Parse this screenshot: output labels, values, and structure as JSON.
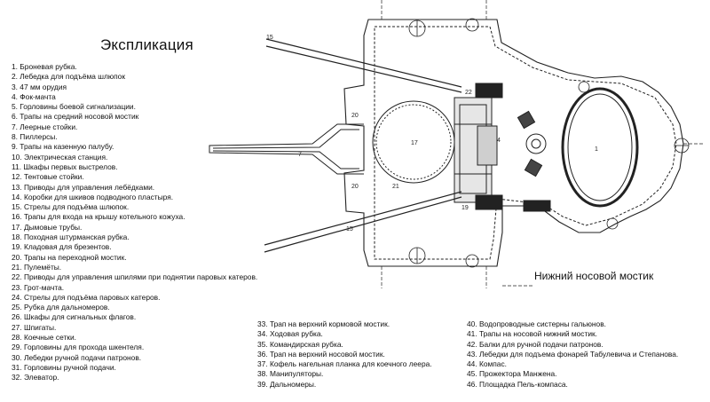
{
  "title": "Экспликация",
  "subtitle": "Нижний носовой мостик",
  "legend_columns": [
    [
      "1. Броневая рубка.",
      "2. Лебедка для подъёма шлюпок",
      "3. 47 мм орудия",
      "4. Фок-мачта",
      "5. Горловины боевой сигнализации.",
      "6. Трапы на средний носовой мостик",
      "7. Леерные стойки.",
      "8. Пиллерсы.",
      "9. Трапы на казенную палубу.",
      "10. Электрическая станция.",
      "11. Шкафы первых выстрелов.",
      "12. Тентовые стойки.",
      "13. Приводы для управления лебёдками.",
      "14. Коробки для шкивов подводного пластыря.",
      "15. Стрелы для подъёма шлюпок.",
      "16. Трапы для входа на крышу котельного кожуха.",
      "17. Дымовые трубы.",
      "18. Походная штурманская рубка.",
      "19. Кладовая для брезентов.",
      "20. Трапы на переходной мостик.",
      "21. Пулемёты.",
      "22. Приводы для управления шпилями при поднятии паровых катеров.",
      "23. Грот-мачта.",
      "24. Стрелы для подъёма паровых катеров.",
      "25. Рубка для дальномеров.",
      "26. Шкафы для сигнальных флагов.",
      "27. Шпигаты.",
      "28. Коечные сетки.",
      "29. Горловины для прохода шкентеля.",
      "30. Лебедки ручной подачи патронов.",
      "31. Горловины ручной подачи.",
      "32. Элеватор."
    ],
    [
      "33. Трап на верхний кормовой мостик.",
      "34. Ходовая рубка.",
      "35. Командирская рубка.",
      "36. Трап на верхний носовой мостик.",
      "37. Кофель нагельная планка для коечного леера.",
      "38. Манипуляторы.",
      "39. Дальномеры."
    ],
    [
      "40. Водопроводные систерны гальюнов.",
      "41. Трапы на носовой нижний мостик.",
      "42. Балки для ручной подачи патронов.",
      "43. Лебедки для подъема фонарей Табулевича и Степанова.",
      "44. Компас.",
      "45. Прожектора Манжена.",
      "46. Площадка Пель-компаса."
    ]
  ],
  "callouts": [
    "1",
    "4",
    "7",
    "15",
    "17",
    "19",
    "20",
    "21",
    "22"
  ]
}
